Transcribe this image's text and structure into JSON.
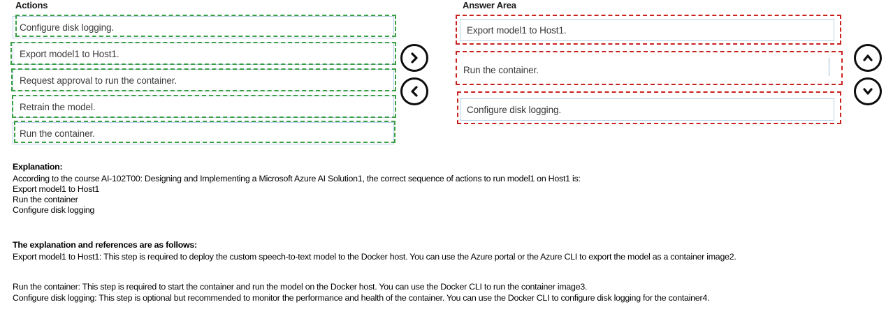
{
  "headers": {
    "actions": "Actions",
    "answer_area": "Answer Area"
  },
  "colors": {
    "annotation_green": "#3a9e45",
    "annotation_red": "#c9211e",
    "box_border": "#b8cfe4",
    "text": "#3a3a3a",
    "button_outline": "#0d0d0d"
  },
  "actions": {
    "items": [
      {
        "label": "Configure disk logging.",
        "annotated": true,
        "annotation": "green"
      },
      {
        "label": "Export model1 to Host1.",
        "annotated": true,
        "annotation": "green"
      },
      {
        "label": "Request approval to run the container.",
        "annotated": true,
        "annotation": "green"
      },
      {
        "label": "Retrain the model.",
        "annotated": true,
        "annotation": "green"
      },
      {
        "label": "Run the container.",
        "annotated": true,
        "annotation": "green"
      }
    ]
  },
  "answer_area": {
    "items": [
      {
        "label": "Export model1 to Host1.",
        "annotated": true,
        "annotation": "red"
      },
      {
        "label": "Run the container.",
        "annotated": true,
        "annotation": "red"
      },
      {
        "label": "Configure disk logging.",
        "annotated": true,
        "annotation": "red"
      }
    ]
  },
  "transfer_buttons": [
    {
      "name": "move-right-button",
      "glyph": "chevron-right"
    },
    {
      "name": "move-left-button",
      "glyph": "chevron-left"
    }
  ],
  "reorder_buttons": [
    {
      "name": "move-up-button",
      "glyph": "chevron-up"
    },
    {
      "name": "move-down-button",
      "glyph": "chevron-down"
    }
  ],
  "explanation": {
    "heading": "Explanation:",
    "intro": "According to the course AI-102T00: Designing and Implementing a Microsoft Azure AI Solution1, the correct sequence of actions to run model1 on Host1 is:",
    "sequence": [
      "Export model1 to Host1",
      "Run the container",
      "Configure disk logging"
    ],
    "references_heading": "The explanation and references are as follows:",
    "references": [
      "Export model1 to Host1: This step is required to deploy the custom speech-to-text model to the Docker host. You can use the Azure portal or the Azure CLI to export the model as a container image2.",
      "Run the container: This step is required to start the container and run the model on the Docker host. You can use the Docker CLI to run the container image3.",
      "Configure disk logging: This step is optional but recommended to monitor the performance and health of the container. You can use the Docker CLI to configure disk logging for the container4."
    ]
  }
}
